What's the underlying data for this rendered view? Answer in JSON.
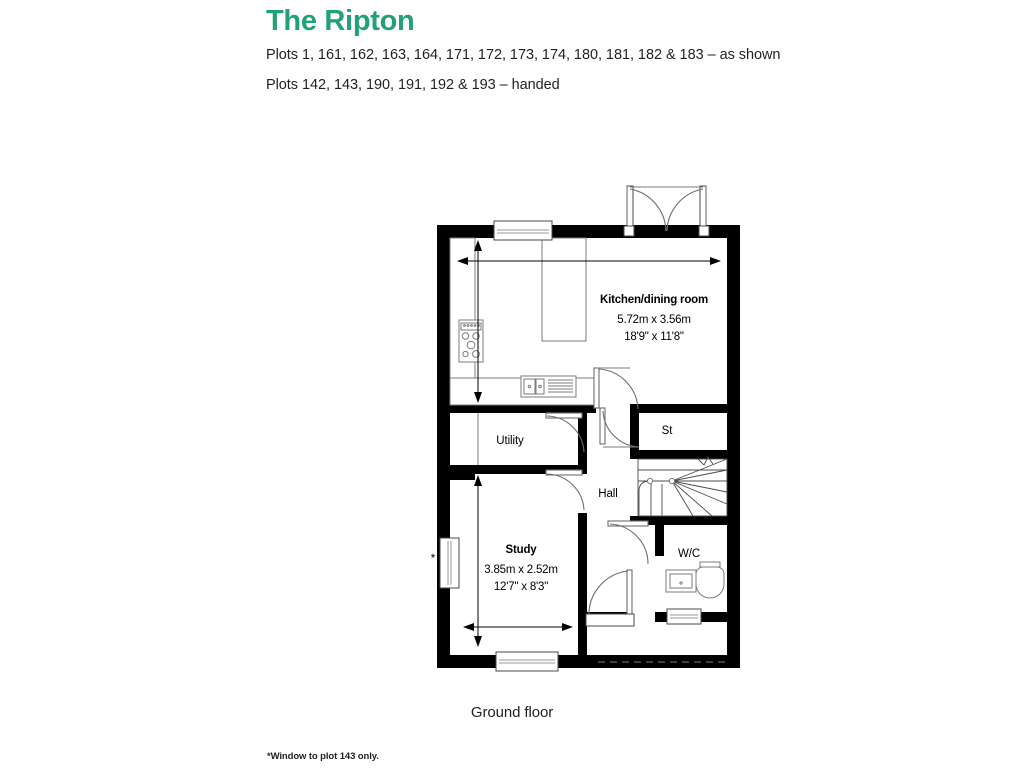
{
  "header": {
    "title": "The Ripton",
    "subtitle_lines": [
      "Plots 1, 161, 162, 163, 164, 171, 172, 173, 174, 180, 181, 182 & 183 – as shown",
      "Plots 142, 143, 190, 191, 192 & 193 – handed"
    ]
  },
  "floor_caption": "Ground floor",
  "footnote": "*Window to plot 143 only.",
  "accent_color": "#22A179",
  "wall_color": "#000000",
  "rooms": [
    {
      "id": "kitchen-dining",
      "name": "Kitchen/dining room",
      "dim_metric": "5.72m x 3.56m",
      "dim_imperial": "18'9\" x 11'8\""
    },
    {
      "id": "utility",
      "name": "Utility",
      "dim_metric": "",
      "dim_imperial": ""
    },
    {
      "id": "storage",
      "name": "St",
      "dim_metric": "",
      "dim_imperial": ""
    },
    {
      "id": "hall",
      "name": "Hall",
      "dim_metric": "",
      "dim_imperial": ""
    },
    {
      "id": "study",
      "name": "Study",
      "dim_metric": "3.85m x 2.52m",
      "dim_imperial": "12'7\" x 8'3\""
    },
    {
      "id": "wc",
      "name": "W/C",
      "dim_metric": "",
      "dim_imperial": ""
    }
  ],
  "markers": {
    "window_asterisk": "*"
  }
}
